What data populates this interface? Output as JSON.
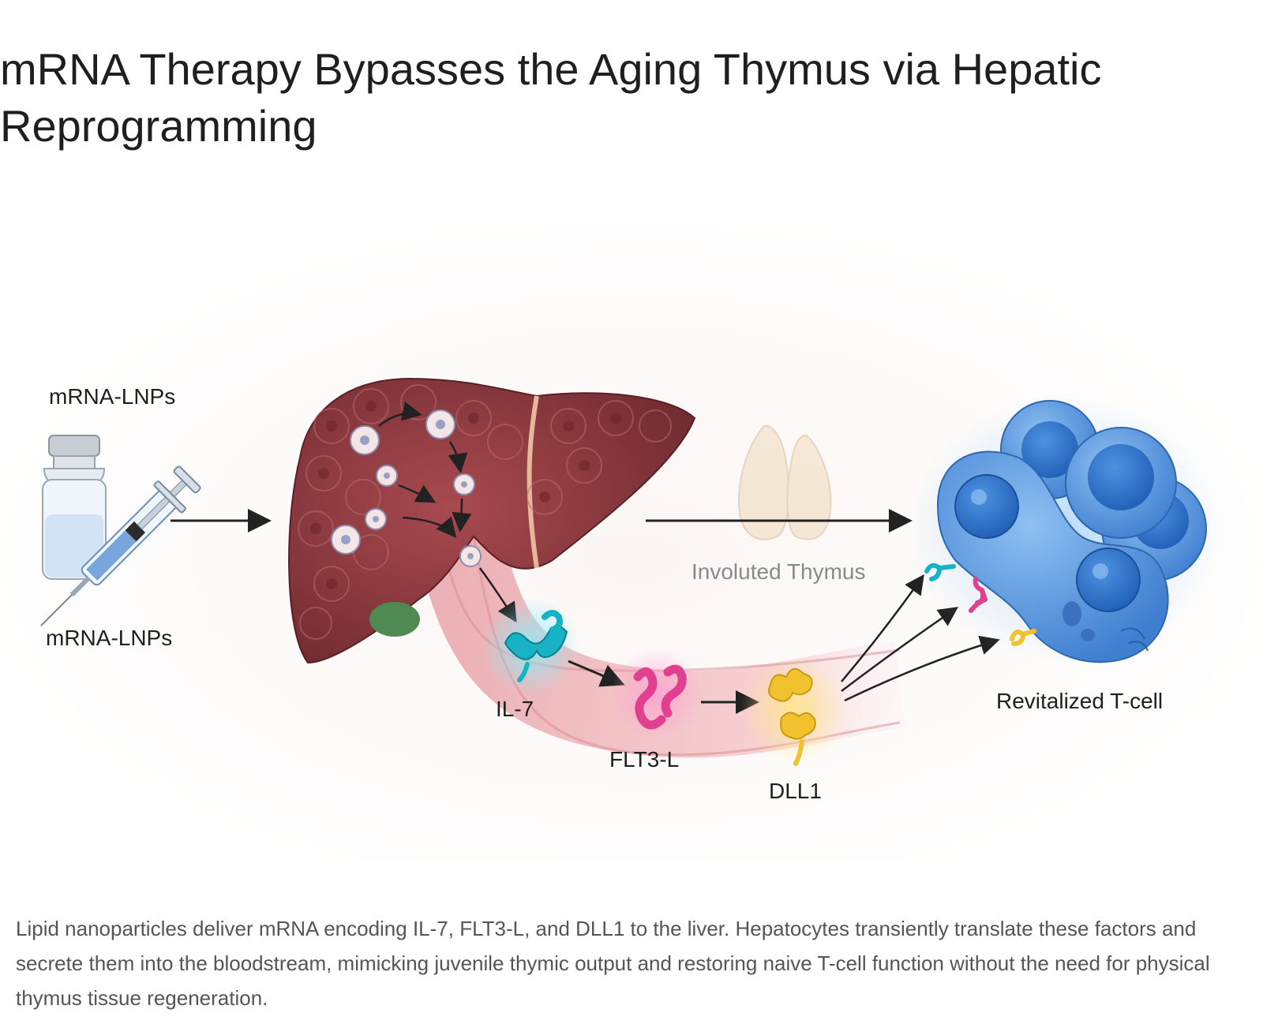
{
  "title": "mRNA Therapy Bypasses the Aging Thymus via Hepatic Reprogramming",
  "figure": {
    "labels": {
      "lnp_top": "mRNA-LNPs",
      "lnp_bottom": "mRNA-LNPs",
      "thymus": "Involuted Thymus",
      "il7": "IL-7",
      "flt3l": "FLT3-L",
      "dll1": "DLL1",
      "tcell": "Revitalized T-cell"
    },
    "colors": {
      "liver": "#8e3a3f",
      "bloodstream": "#f1b5b8",
      "il7": "#17b3c4",
      "flt3l": "#e0408f",
      "dll1": "#f2c12e",
      "tcell": "#4f8fd8",
      "thymus": "#f2dcc0"
    },
    "icons": [
      "vial-icon",
      "syringe-icon",
      "liver-icon",
      "lnp-particle-icon",
      "thymus-icon",
      "t-cell-icon",
      "receptor-icon"
    ]
  },
  "caption": "Lipid nanoparticles deliver mRNA encoding IL-7, FLT3-L, and DLL1 to the liver. Hepatocytes transiently translate these factors and secrete them into the bloodstream, mimicking juvenile thymic output and restoring naive T-cell function without the need for physical thymus tissue regeneration."
}
